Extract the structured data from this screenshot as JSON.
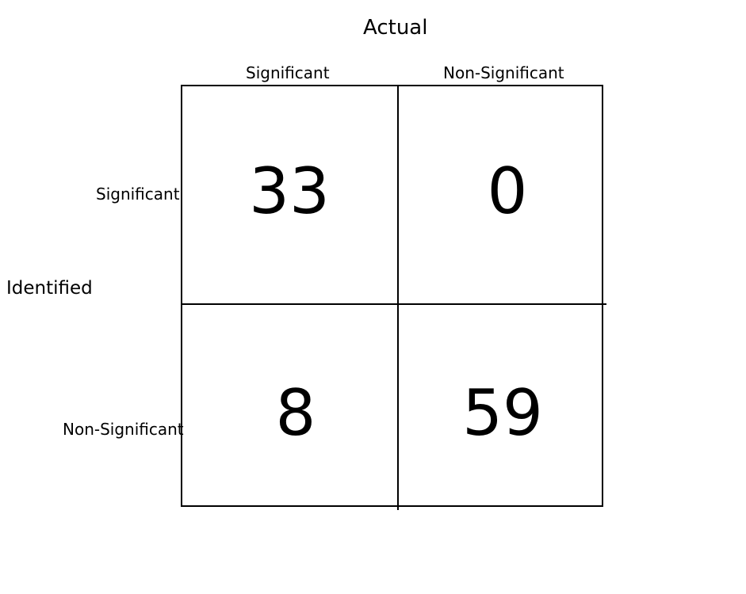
{
  "title_top": "Actual",
  "title_left": "Identified",
  "columns": [
    "Significant",
    "Non-Significant"
  ],
  "rows": [
    "Significant",
    "Non-Significant"
  ],
  "matrix": [
    [
      33,
      0
    ],
    [
      8,
      59
    ]
  ]
}
